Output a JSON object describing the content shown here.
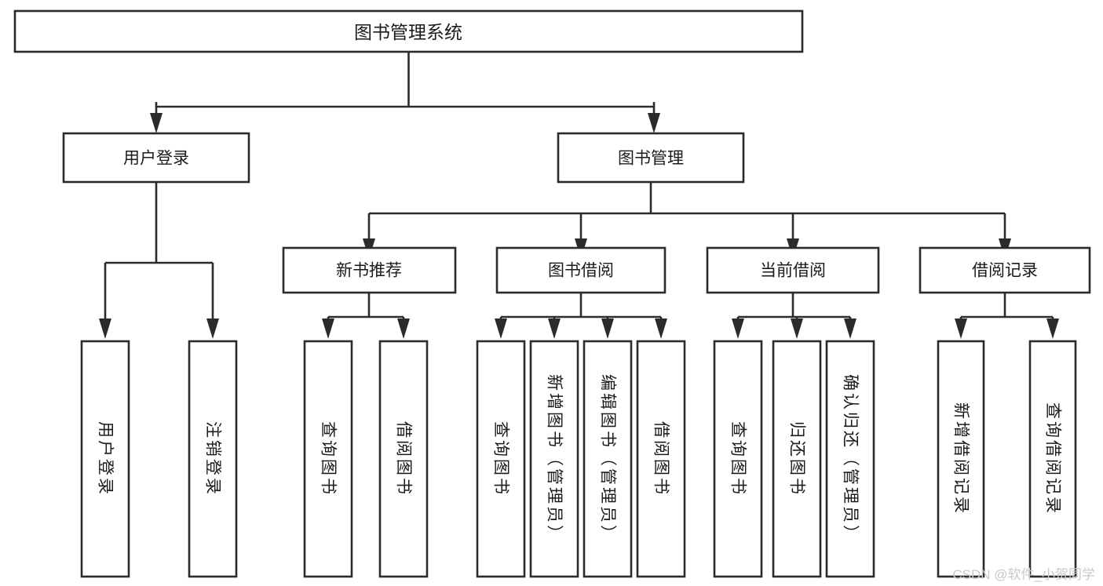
{
  "diagram": {
    "title": "图书管理系统",
    "type": "tree",
    "orientation": "top-down",
    "background_color": "#ffffff",
    "box_stroke_color": "#2b2b2b",
    "box_fill_color": "#ffffff",
    "text_color": "#1b1b1b",
    "connector_color": "#2b2b2b"
  },
  "watermark": {
    "text": "CSDN @软件_小贺同学",
    "color": "#c9c9c9"
  },
  "nodes": {
    "root": {
      "label": "图书管理系统",
      "level": 0
    },
    "l2": [
      {
        "id": "user-login",
        "label": "用户登录",
        "level": 1
      },
      {
        "id": "book-manage",
        "label": "图书管理",
        "level": 1
      }
    ],
    "l3": [
      {
        "id": "new-book-recommend",
        "label": "新书推荐",
        "level": 2,
        "parent": "book-manage"
      },
      {
        "id": "book-borrow",
        "label": "图书借阅",
        "level": 2,
        "parent": "book-manage"
      },
      {
        "id": "current-borrow",
        "label": "当前借阅",
        "level": 2,
        "parent": "book-manage"
      },
      {
        "id": "borrow-record",
        "label": "借阅记录",
        "level": 2,
        "parent": "book-manage"
      }
    ],
    "leaves": [
      {
        "id": "leaf-user-login",
        "label": "用户登录",
        "parent": "user-login"
      },
      {
        "id": "leaf-user-logout",
        "label": "注销登录",
        "parent": "user-login"
      },
      {
        "id": "leaf-query-book-1",
        "label": "查询图书",
        "parent": "new-book-recommend"
      },
      {
        "id": "leaf-borrow-book-1",
        "label": "借阅图书",
        "parent": "new-book-recommend"
      },
      {
        "id": "leaf-query-book-2",
        "label": "查询图书",
        "parent": "book-borrow"
      },
      {
        "id": "leaf-add-book",
        "label": "新增图书（管理员）",
        "parent": "book-borrow"
      },
      {
        "id": "leaf-edit-book",
        "label": "编辑图书（管理员）",
        "parent": "book-borrow"
      },
      {
        "id": "leaf-borrow-book-2",
        "label": "借阅图书",
        "parent": "book-borrow"
      },
      {
        "id": "leaf-query-book-3",
        "label": "查询图书",
        "parent": "current-borrow"
      },
      {
        "id": "leaf-return-book",
        "label": "归还图书",
        "parent": "current-borrow"
      },
      {
        "id": "leaf-confirm-return",
        "label": "确认归还（管理员）",
        "parent": "current-borrow"
      },
      {
        "id": "leaf-add-borrow-record",
        "label": "新增借阅记录",
        "parent": "borrow-record"
      },
      {
        "id": "leaf-query-borrow-record",
        "label": "查询借阅记录",
        "parent": "borrow-record"
      }
    ]
  }
}
